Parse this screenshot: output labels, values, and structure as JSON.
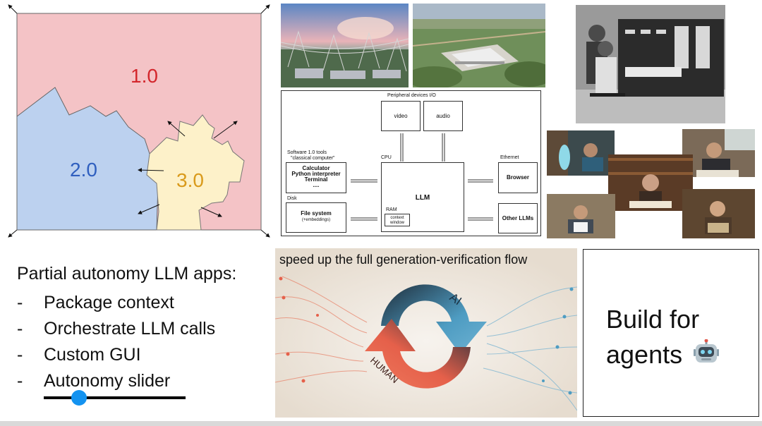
{
  "software_map": {
    "label_1": "1.0",
    "label_2": "2.0",
    "label_3": "3.0",
    "colors": {
      "region_1": "#f4c3c6",
      "region_2": "#bcd1ef",
      "region_3": "#fdf1c9",
      "label_1": "#d3262c",
      "label_2": "#2f5fbf",
      "label_3": "#d99a1b"
    }
  },
  "diagram": {
    "header": "Peripheral devices I/O",
    "video": "video",
    "audio": "audio",
    "software_tools": "Software 1.0 tools",
    "classical_computer": "\"classical computer\"",
    "tools_items": [
      "Calculator",
      "Python interpreter",
      "Terminal",
      "...."
    ],
    "cpu": "CPU",
    "llm": "LLM",
    "ram": "RAM",
    "context_window": "context window",
    "disk": "Disk",
    "file_system": "File system",
    "embeddings": "(+embeddings)",
    "ethernet": "Ethernet",
    "browser": "Browser",
    "other_llms": "Other LLMs"
  },
  "autonomy": {
    "title": "Partial autonomy LLM apps:",
    "items": [
      "Package context",
      "Orchestrate LLM calls",
      "Custom GUI",
      "Autonomy slider"
    ],
    "slider_value": 0.25,
    "slider_color": "#1493f0"
  },
  "verification": {
    "caption": "speed up the full generation-verification flow",
    "ai_label": "AI",
    "human_label": "HUMAN",
    "colors": {
      "ai": "#4e9cc2",
      "human": "#e5604a",
      "bg": "#ece4d9"
    }
  },
  "agents": {
    "line1": "Build for",
    "line2": "agents",
    "icon": "robot-icon"
  }
}
